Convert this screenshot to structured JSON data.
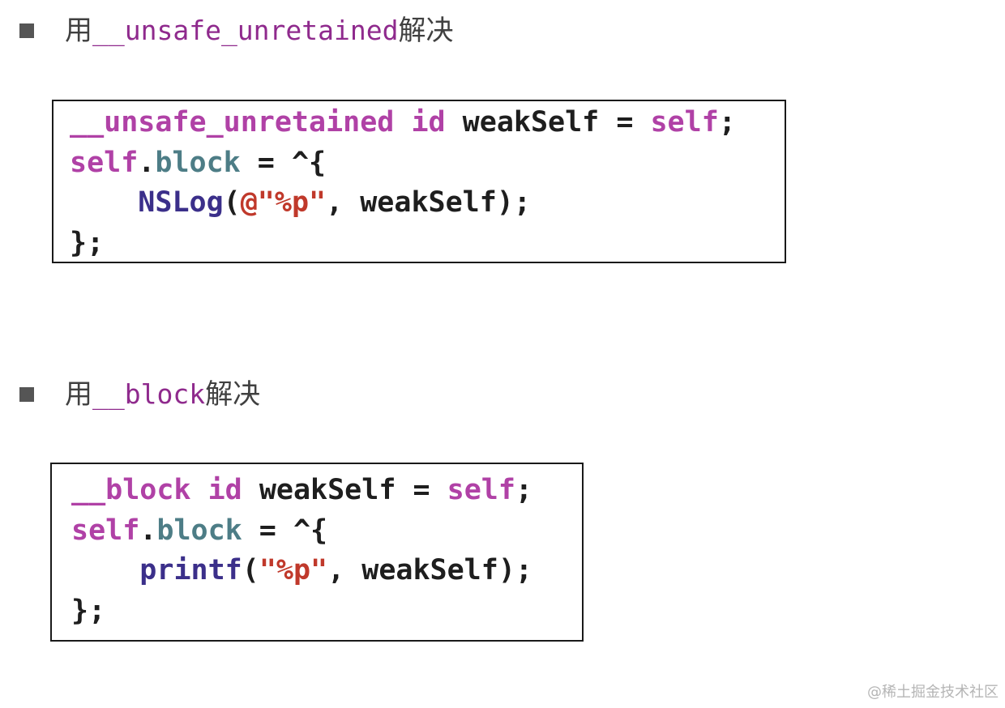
{
  "sections": [
    {
      "heading": {
        "prefix": "用",
        "keyword": "__unsafe_unretained",
        "suffix": "解决"
      },
      "code_lines": [
        [
          {
            "t": "__unsafe_unretained",
            "c": "kw"
          },
          {
            "t": " ",
            "c": "pl"
          },
          {
            "t": "id",
            "c": "kw"
          },
          {
            "t": " weakSelf = ",
            "c": "pl"
          },
          {
            "t": "self",
            "c": "kw"
          },
          {
            "t": ";",
            "c": "pl"
          }
        ],
        [
          {
            "t": "self",
            "c": "kw"
          },
          {
            "t": ".",
            "c": "pl"
          },
          {
            "t": "block",
            "c": "prop"
          },
          {
            "t": " = ^{",
            "c": "pl"
          }
        ],
        [
          {
            "t": "    ",
            "c": "pl"
          },
          {
            "t": "NSLog",
            "c": "fn"
          },
          {
            "t": "(",
            "c": "pl"
          },
          {
            "t": "@\"%p\"",
            "c": "str"
          },
          {
            "t": ", weakSelf);",
            "c": "pl"
          }
        ],
        [
          {
            "t": "};",
            "c": "pl"
          }
        ]
      ]
    },
    {
      "heading": {
        "prefix": "用",
        "keyword": "__block",
        "suffix": "解决"
      },
      "code_lines": [
        [
          {
            "t": "__block",
            "c": "kw"
          },
          {
            "t": " ",
            "c": "pl"
          },
          {
            "t": "id",
            "c": "kw"
          },
          {
            "t": " weakSelf = ",
            "c": "pl"
          },
          {
            "t": "self",
            "c": "kw"
          },
          {
            "t": ";",
            "c": "pl"
          }
        ],
        [
          {
            "t": "self",
            "c": "kw"
          },
          {
            "t": ".",
            "c": "pl"
          },
          {
            "t": "block",
            "c": "prop"
          },
          {
            "t": " = ^{",
            "c": "pl"
          }
        ],
        [
          {
            "t": "    ",
            "c": "pl"
          },
          {
            "t": "printf",
            "c": "fn"
          },
          {
            "t": "(",
            "c": "pl"
          },
          {
            "t": "\"%p\"",
            "c": "str"
          },
          {
            "t": ", weakSelf);",
            "c": "pl"
          }
        ],
        [
          {
            "t": "};",
            "c": "pl"
          }
        ]
      ]
    }
  ],
  "watermark": "@稀土掘金技术社区",
  "colors": {
    "keyword": "#b041a6",
    "property": "#4d7d86",
    "function": "#3b2f8a",
    "string": "#c0392b",
    "plain": "#1e1e1e",
    "heading_keyword": "#8f2a8d",
    "bullet": "#555555"
  },
  "icons": {
    "bullet": "square-bullet-icon"
  }
}
